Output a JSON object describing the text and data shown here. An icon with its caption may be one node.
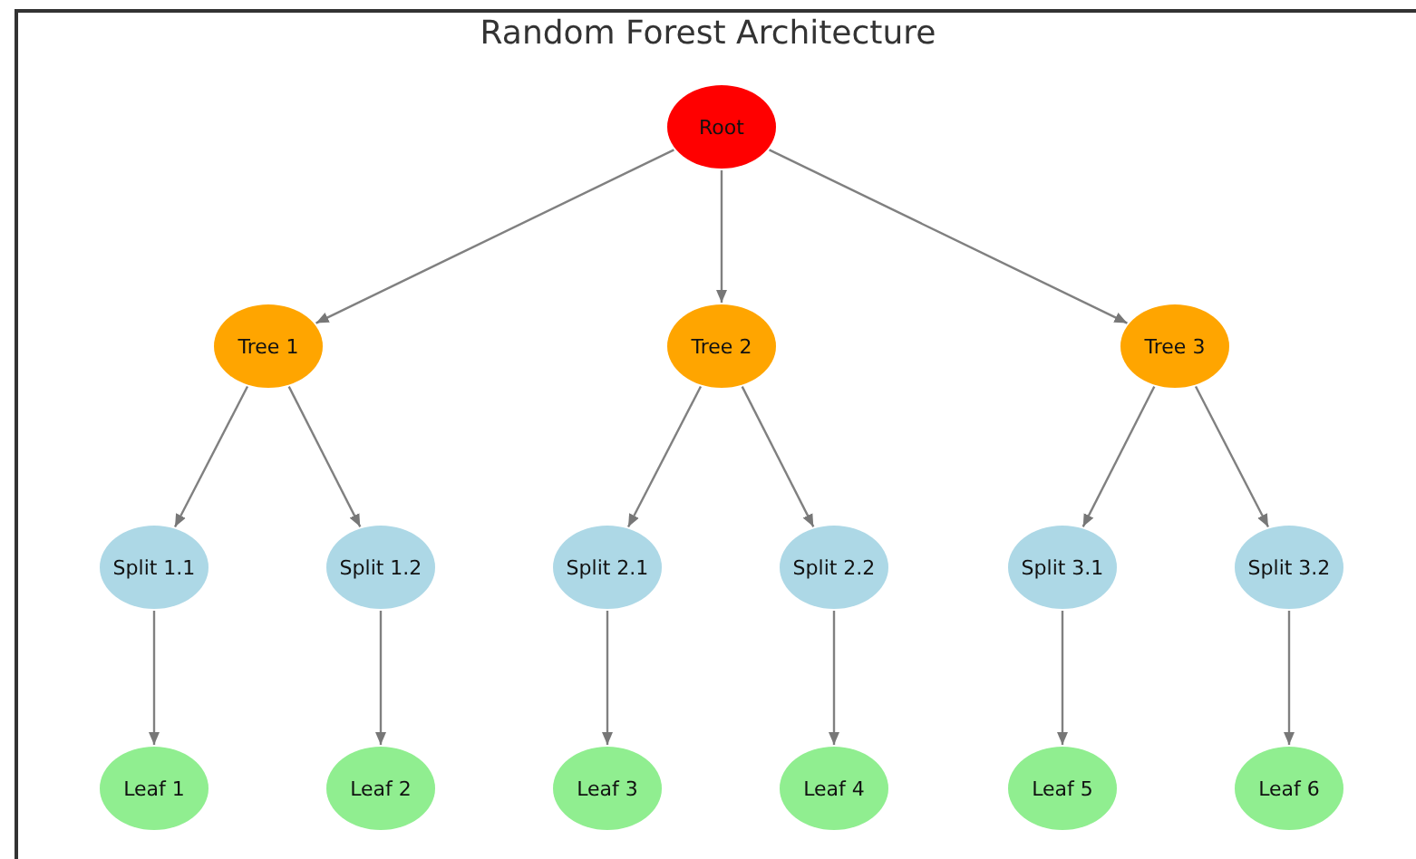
{
  "diagram": {
    "title": "Random Forest Architecture",
    "nodes": [
      {
        "text": [
          "Root"
        ]
      },
      {
        "text": [
          "Tree 1"
        ]
      },
      {
        "text": [
          "Tree 2"
        ]
      },
      {
        "text": [
          "Tree 3"
        ]
      },
      {
        "text": [
          "Split 1.1"
        ]
      },
      {
        "text": [
          "Split 1.2"
        ]
      },
      {
        "text": [
          "Split 2.1"
        ]
      },
      {
        "text": [
          "Split 2.2"
        ]
      },
      {
        "text": [
          "Split 3.1"
        ]
      },
      {
        "text": [
          "Split 3.2"
        ]
      },
      {
        "text": [
          "Leaf 1"
        ]
      },
      {
        "text": [
          "Leaf 2"
        ]
      },
      {
        "text": [
          "Leaf 3"
        ]
      },
      {
        "text": [
          "Leaf 4"
        ]
      },
      {
        "text": [
          "Leaf 5"
        ]
      },
      {
        "text": [
          "Leaf 6"
        ]
      }
    ],
    "edges": [
      {
        "from": 0,
        "to": 1,
        "arrow": "to"
      },
      {
        "from": 0,
        "to": 2,
        "arrow": "to"
      },
      {
        "from": 0,
        "to": 3,
        "arrow": "to"
      },
      {
        "from": 1,
        "to": 4,
        "arrow": "to"
      },
      {
        "from": 1,
        "to": 5,
        "arrow": "to"
      },
      {
        "from": 2,
        "to": 6,
        "arrow": "to"
      },
      {
        "from": 2,
        "to": 7,
        "arrow": "to"
      },
      {
        "from": 3,
        "to": 8,
        "arrow": "to"
      },
      {
        "from": 3,
        "to": 9,
        "arrow": "to"
      },
      {
        "from": 4,
        "to": 10,
        "arrow": "to"
      },
      {
        "from": 5,
        "to": 11,
        "arrow": "to"
      },
      {
        "from": 6,
        "to": 12,
        "arrow": "to"
      },
      {
        "from": 7,
        "to": 13,
        "arrow": "to"
      },
      {
        "from": 8,
        "to": 14,
        "arrow": "to"
      },
      {
        "from": 9,
        "to": 15,
        "arrow": "to"
      }
    ]
  }
}
